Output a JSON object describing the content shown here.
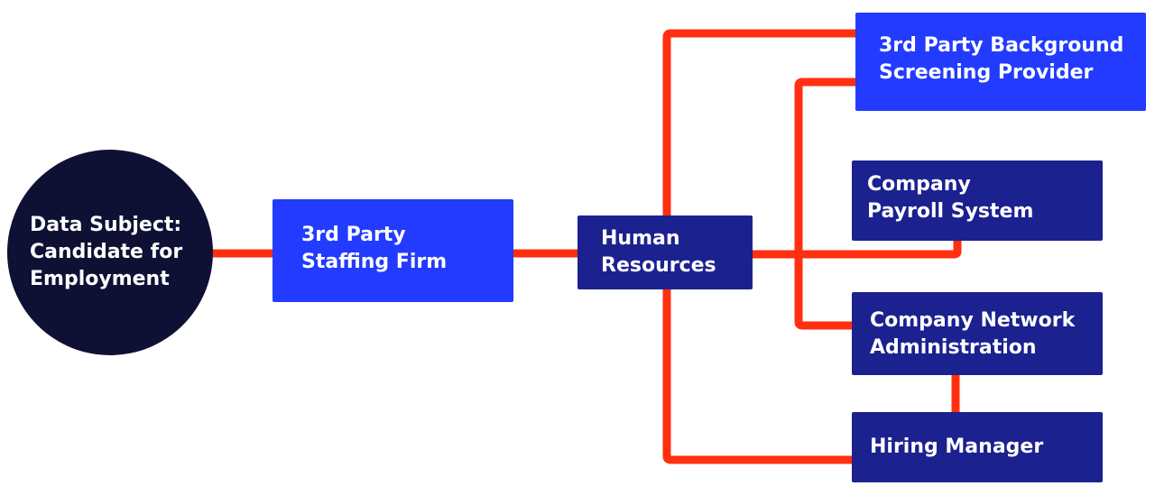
{
  "colors": {
    "connector": "#ff2f0f",
    "bright_box": "#223bff",
    "navy_box": "#1c2190",
    "circle": "#0e1133",
    "text": "#ffffff"
  },
  "nodes": {
    "data_subject": {
      "line1": "Data Subject:",
      "line2": "Candidate for",
      "line3": "Employment"
    },
    "staffing_firm": {
      "line1": "3rd Party",
      "line2": "Staffing Firm"
    },
    "human_resources": {
      "line1": "Human",
      "line2": "Resources"
    },
    "background_screening": {
      "line1": "3rd Party Background",
      "line2": "Screening Provider"
    },
    "payroll_system": {
      "line1": "Company",
      "line2": "Payroll System"
    },
    "network_administration": {
      "line1": "Company Network",
      "line2": "Administration"
    },
    "hiring_manager": {
      "line1": "Hiring Manager"
    }
  }
}
